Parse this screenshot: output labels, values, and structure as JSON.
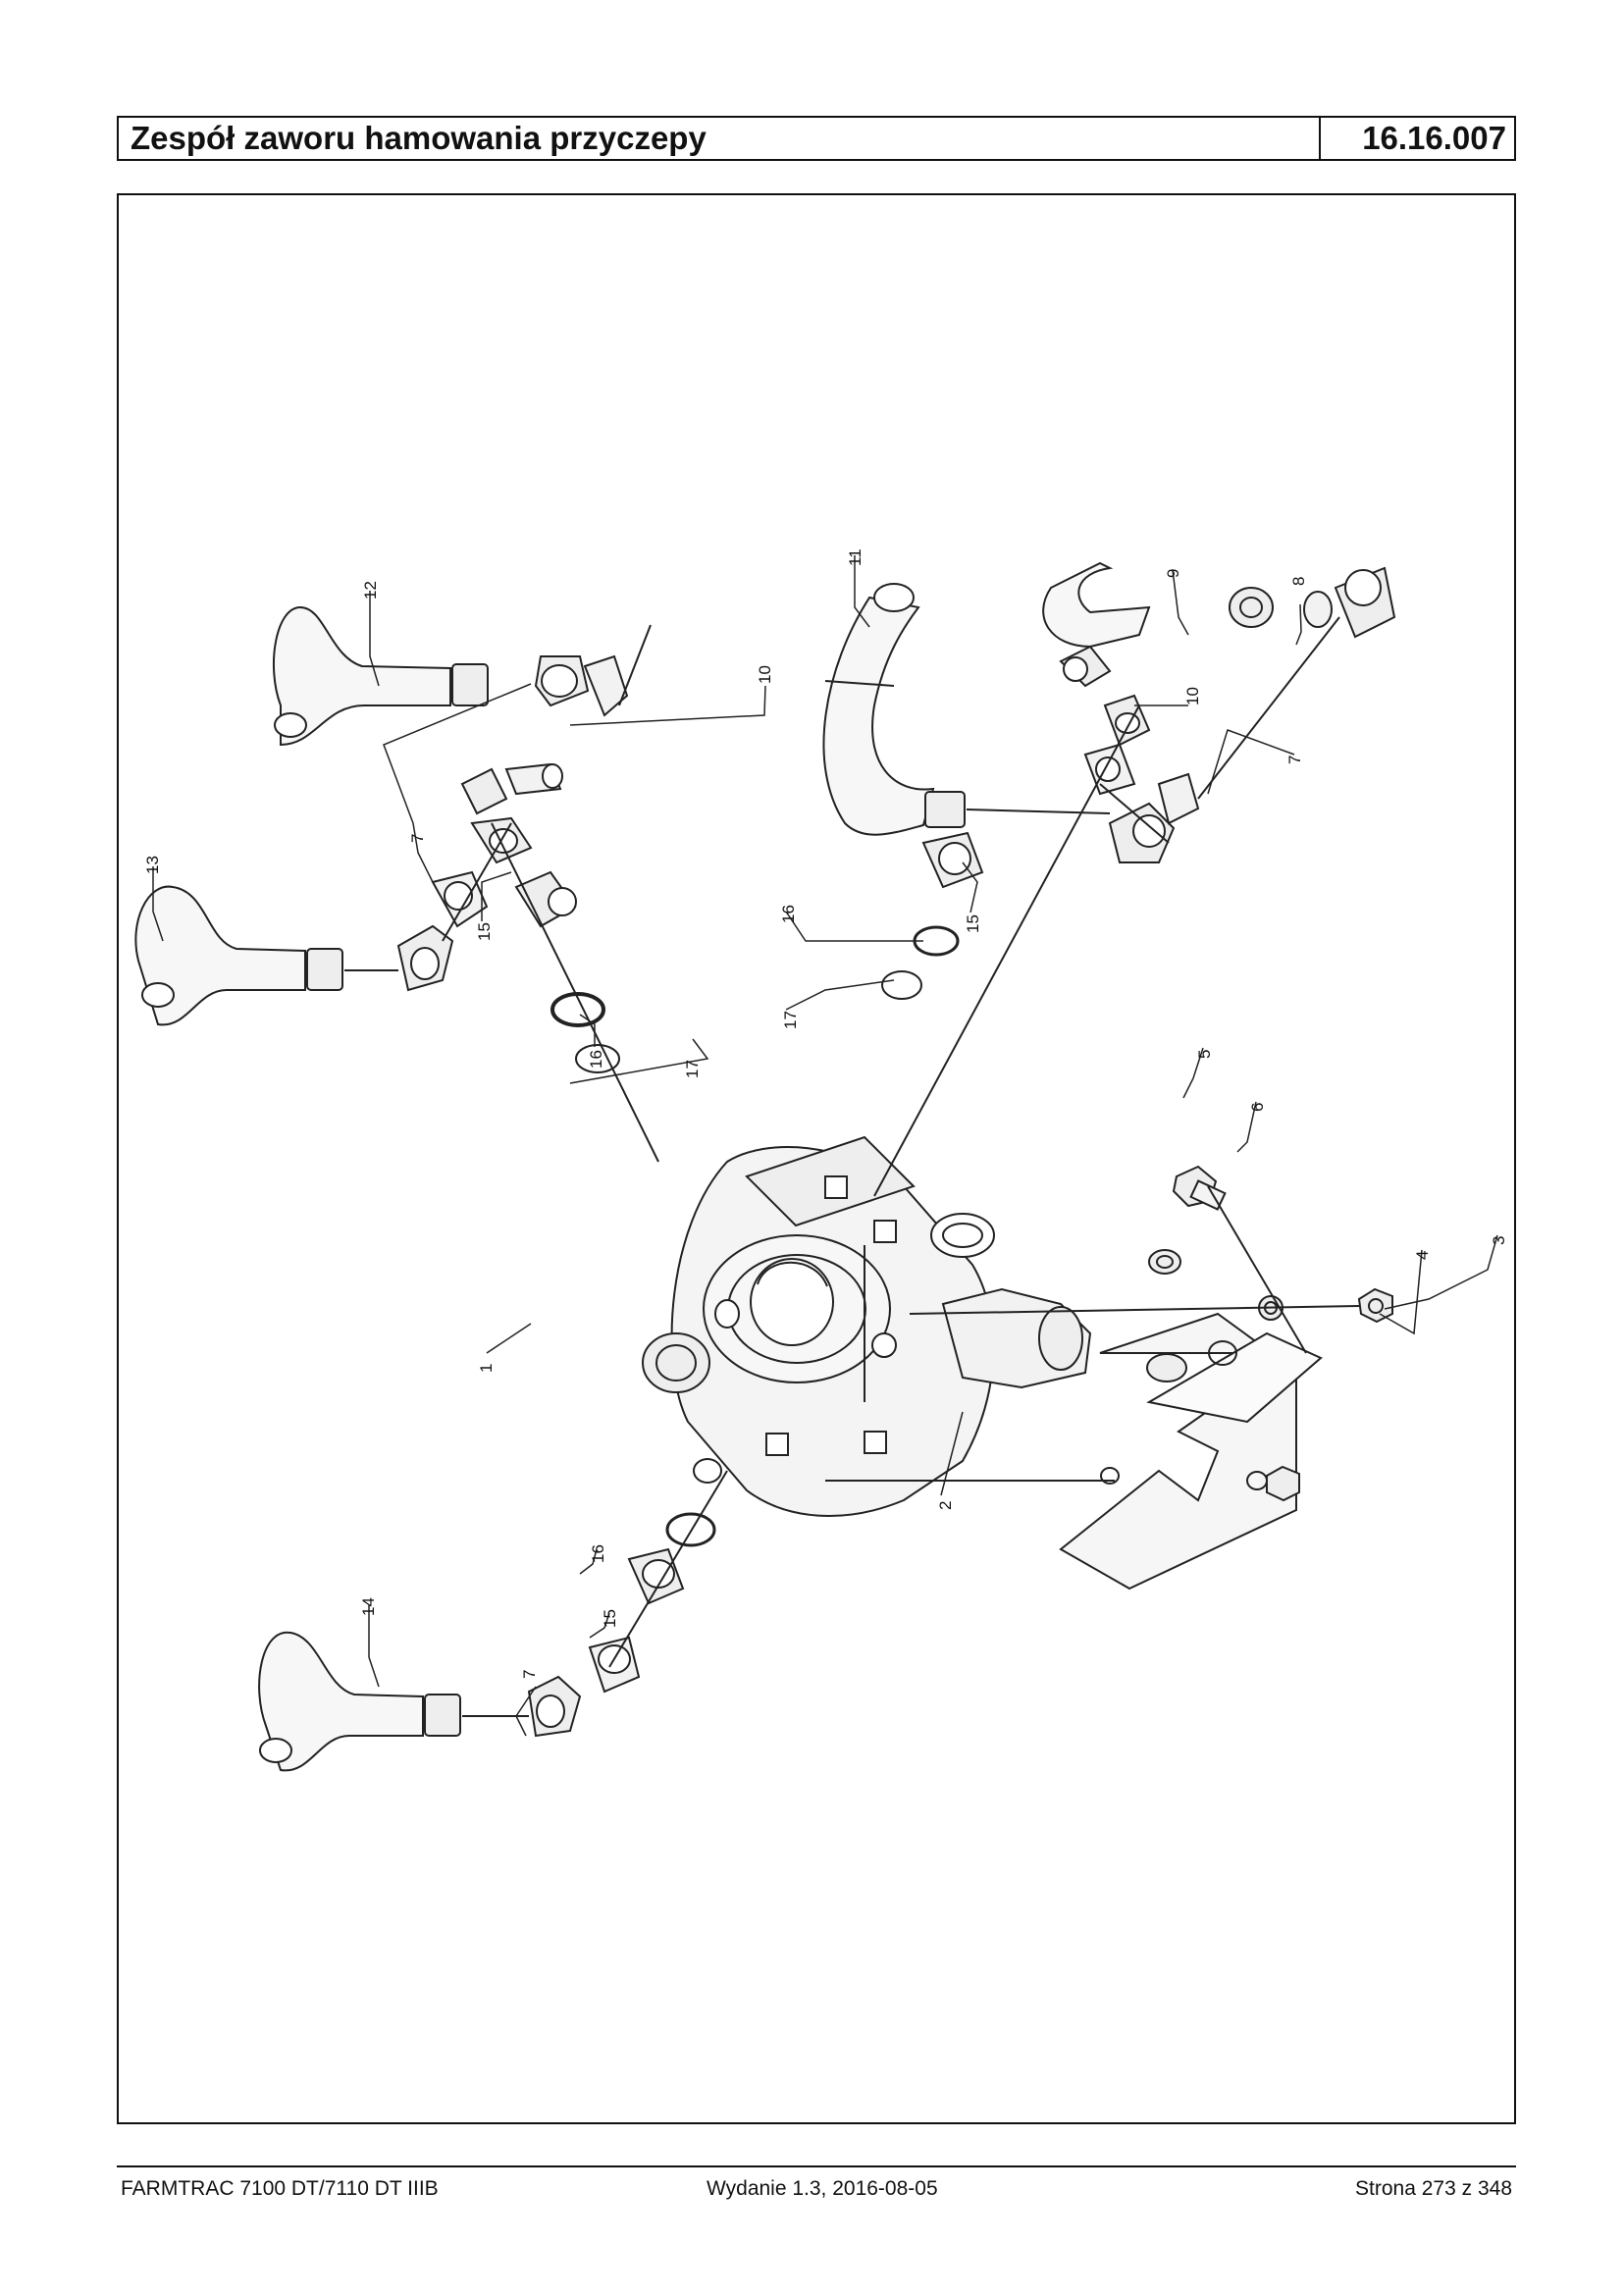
{
  "header": {
    "title": "Zespół zaworu hamowania przyczepy",
    "code": "16.16.007"
  },
  "diagram": {
    "callouts": [
      "1",
      "2",
      "3",
      "4",
      "5",
      "6",
      "7",
      "7",
      "7",
      "8",
      "9",
      "10",
      "10",
      "11",
      "12",
      "13",
      "14",
      "15",
      "15",
      "15",
      "16",
      "16",
      "16",
      "17",
      "17"
    ]
  },
  "footer": {
    "model": "FARMTRAC 7100 DT/7110 DT IIIB",
    "edition": "Wydanie 1.3,  2016-08-05",
    "page": "Strona 273 z 348"
  }
}
